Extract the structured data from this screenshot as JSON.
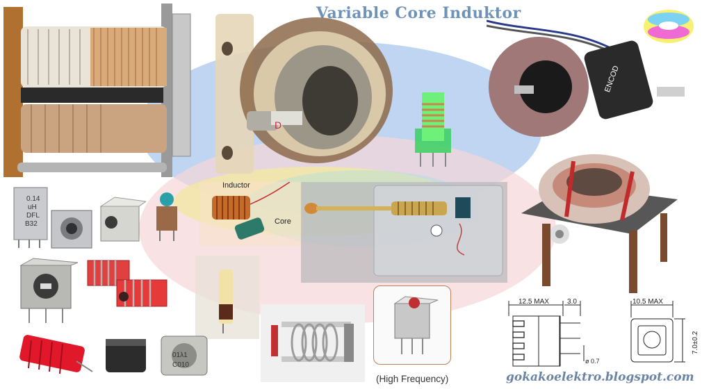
{
  "title": "Variable Core Induktor",
  "labels": {
    "inductor": "Inductor",
    "core": "Core",
    "high_frequency": "(High Frequency)"
  },
  "drawing": {
    "dim_width_left": "12.5 MAX",
    "dim_pin": "3.0",
    "dim_dia": "ø 0.7",
    "dim_width_right": "10.5 MAX",
    "dim_height": "7.0±0.2"
  },
  "component_marks": {
    "can_coil_text": [
      "0.14",
      "uH",
      "DFL",
      "B32"
    ],
    "shielded_coil_text": [
      "01λ1",
      "C010"
    ],
    "encoder_text": "ENCOD"
  },
  "footer": "gokakoelektro.blogspot.com",
  "colors": {
    "title": "#6f93b8",
    "ellipse_blue": "#9fc2ec",
    "ellipse_yellow": "#f3e7a1",
    "ellipse_pink": "#f5d2d4",
    "footer": "#6a84a4",
    "hf_border": "#b9805a"
  }
}
